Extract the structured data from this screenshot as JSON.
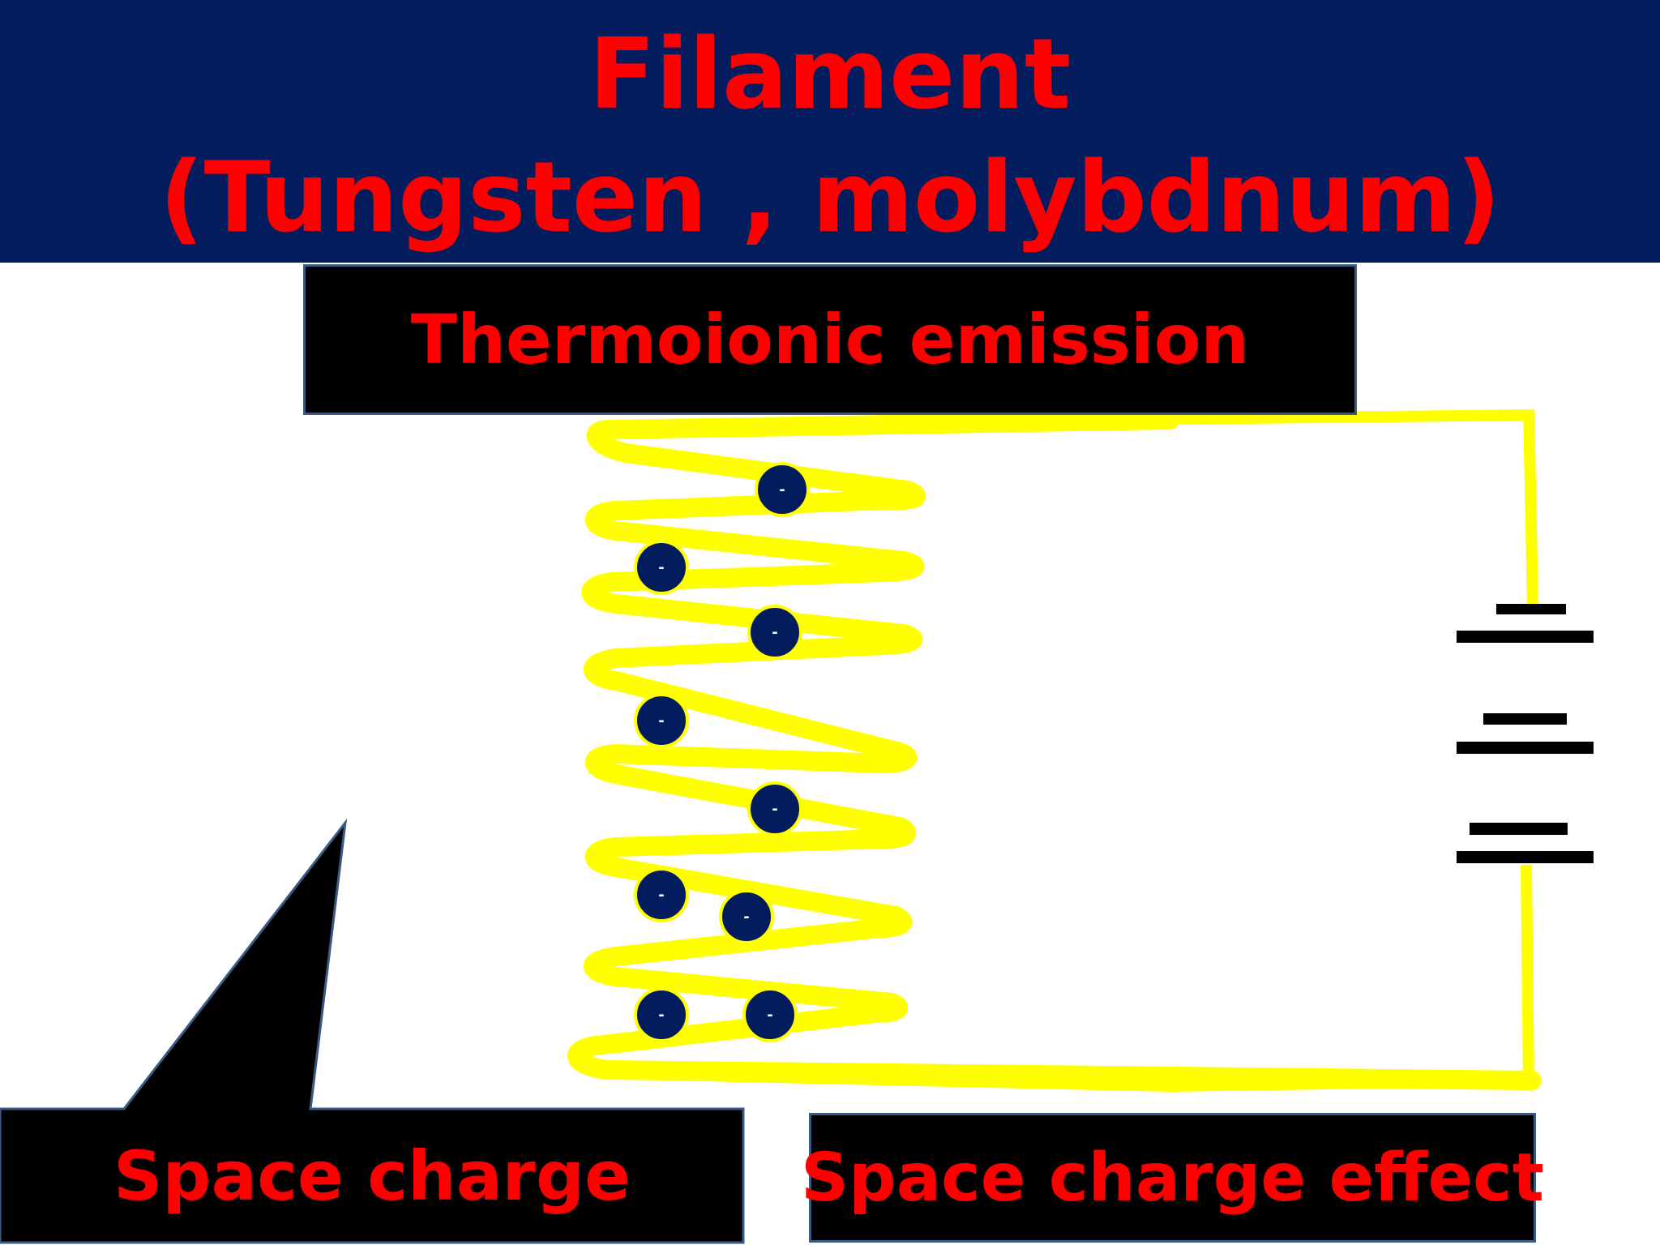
{
  "title": {
    "line1": "Filament",
    "line2": "(Tungsten , molybdnum)"
  },
  "labels": {
    "thermoionic": "Thermoionic emission",
    "space_charge": "Space charge",
    "space_charge_effect": "Space charge effect"
  },
  "electron": {
    "sign": "-"
  },
  "colors": {
    "banner": "#021c5e",
    "title_text": "#ff0000",
    "filament": "#ffff00",
    "electron_fill": "#021c5e",
    "box_fill": "#000000",
    "box_border": "#3a5a86",
    "battery": "#000000"
  }
}
